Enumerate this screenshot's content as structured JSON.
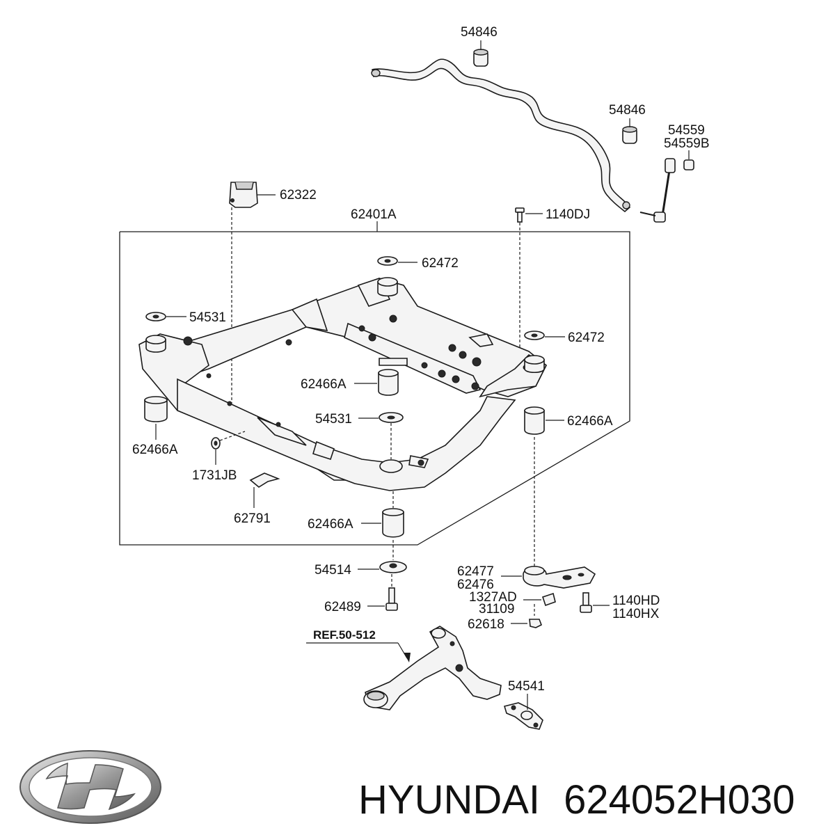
{
  "labels": {
    "stab_bushing_top": "54846",
    "stab_bushing_right": "54846",
    "link_a": "54559",
    "link_b": "54559B",
    "bracket": "62322",
    "crossmember": "62401A",
    "bolt_top": "1140DJ",
    "stopper_center": "62472",
    "stopper_left": "54531",
    "stopper_right": "62472",
    "bush_center": "62466A",
    "bush_right": "62466A",
    "bush_left": "62466A",
    "washer_center": "54531",
    "clip_bolt": "1731JB",
    "clip": "62791",
    "bush_bottom": "62466A",
    "washer_bottom": "54514",
    "bracket_a": "62477",
    "bracket_b": "62476",
    "nut_a": "1327AD",
    "nut_b": "31109",
    "bolt_bottom": "62489",
    "bolt_hd": "1140HD",
    "bolt_hx": "1140HX",
    "nut_bottom": "62618",
    "ref": "REF.50-512",
    "arm_bush": "54541"
  },
  "caption": {
    "brand": "HYUNDAI",
    "part_number": "624052H030"
  },
  "icons": {
    "logo": "hyundai-logo-icon"
  }
}
